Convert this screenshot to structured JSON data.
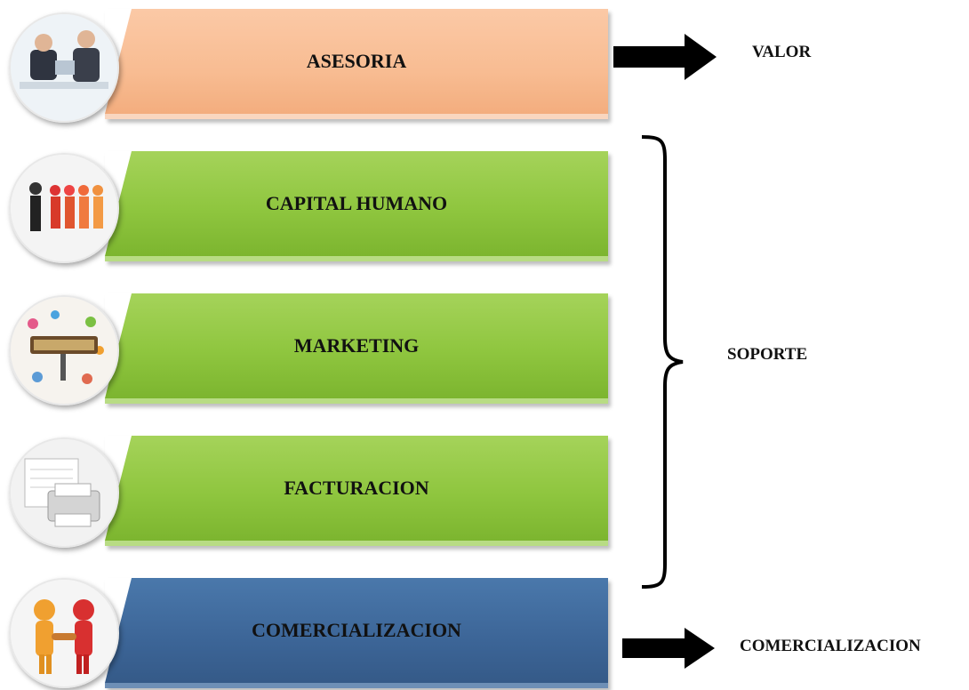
{
  "diagram": {
    "rows": [
      {
        "label": "ASESORIA",
        "color": "#f8bc92",
        "icon": "business-meeting-icon"
      },
      {
        "label": "CAPITAL HUMANO",
        "color": "#8fc63f",
        "icon": "people-group-icon"
      },
      {
        "label": "MARKETING",
        "color": "#8fc63f",
        "icon": "marketing-icon"
      },
      {
        "label": "FACTURACION",
        "color": "#8fc63f",
        "icon": "invoice-printer-icon"
      },
      {
        "label": "COMERCIALIZACION",
        "color": "#3c6597",
        "icon": "handshake-icon"
      }
    ],
    "valor_label": "VALOR",
    "soporte_label": "SOPORTE",
    "comercializacion_label": "COMERCIALIZACION"
  }
}
